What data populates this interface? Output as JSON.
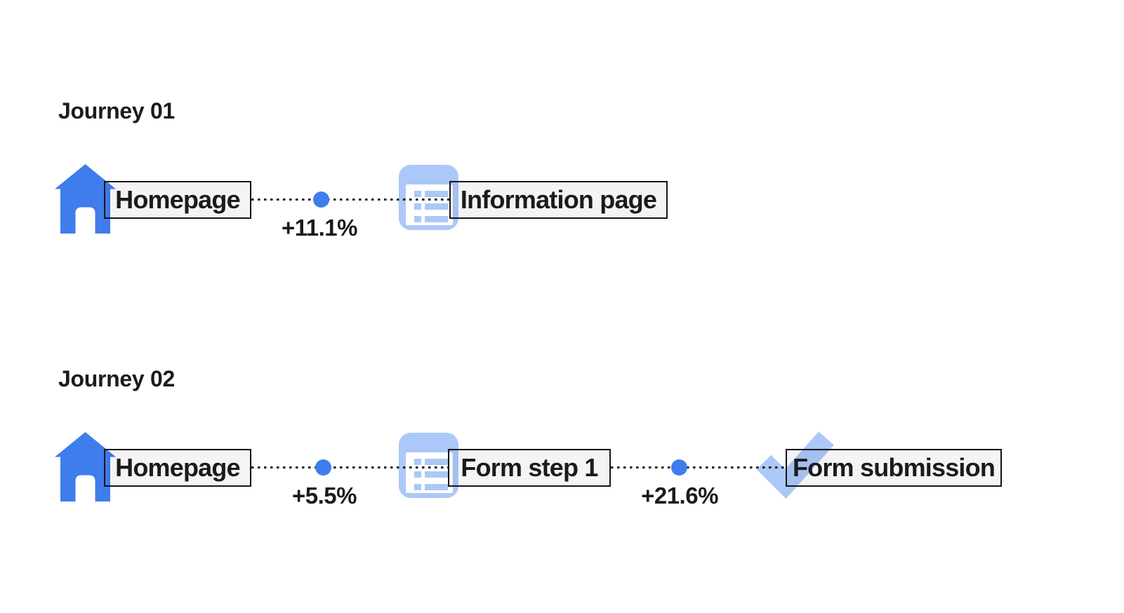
{
  "page": {
    "background": "#FFFFFF"
  },
  "colors": {
    "icon_blue": "#3F7DEC",
    "icon_light_blue": "#ABC8F8",
    "box_border": "#161616",
    "text": "#1B1B1B",
    "dotted_line": "#1F1F1F"
  },
  "journeys": [
    {
      "title": "Journey 01",
      "nodes": [
        {
          "icon": "home-icon",
          "label": "Homepage"
        },
        {
          "icon": "information-page-icon",
          "label": "Information page"
        }
      ],
      "connectors": [
        {
          "delta": "+11.1%"
        }
      ]
    },
    {
      "title": "Journey 02",
      "nodes": [
        {
          "icon": "home-icon",
          "label": "Homepage"
        },
        {
          "icon": "form-page-icon",
          "label": "Form step 1"
        },
        {
          "icon": "checkmark-icon",
          "label": "Form submission"
        }
      ],
      "connectors": [
        {
          "delta": "+5.5%"
        },
        {
          "delta": "+21.6%"
        }
      ]
    }
  ]
}
